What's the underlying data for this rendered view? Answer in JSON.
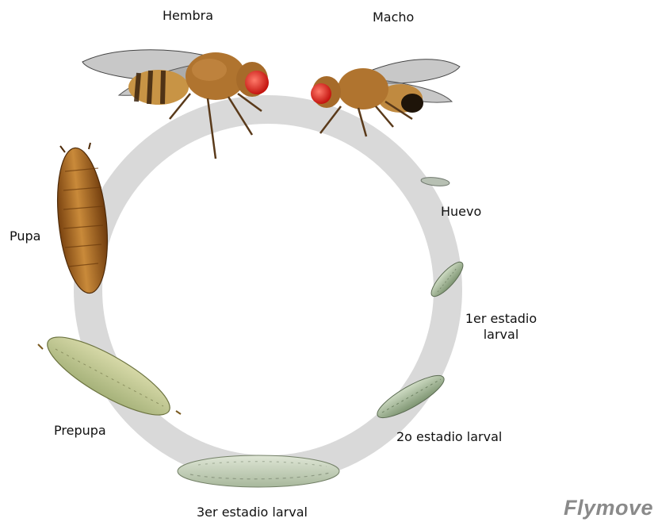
{
  "diagram": {
    "stages": [
      {
        "id": "female",
        "label": "Hembra"
      },
      {
        "id": "male",
        "label": "Macho"
      },
      {
        "id": "egg",
        "label": "Huevo"
      },
      {
        "id": "larva1",
        "label_line1": "1er estadio",
        "label_line2": "larval"
      },
      {
        "id": "larva2",
        "label": "2o estadio larval"
      },
      {
        "id": "larva3",
        "label": "3er estadio larval"
      },
      {
        "id": "prepupa",
        "label": "Prepupa"
      },
      {
        "id": "pupa",
        "label": "Pupa"
      }
    ],
    "brand": "Flymove",
    "colors": {
      "cycle_ring": "#d9d9d9",
      "fly_body": "#b0742f",
      "fly_eye": "#e8322c",
      "larva": "#c7d3b8",
      "pupa": "#a8661c",
      "brand": "#8a8a8a"
    }
  }
}
